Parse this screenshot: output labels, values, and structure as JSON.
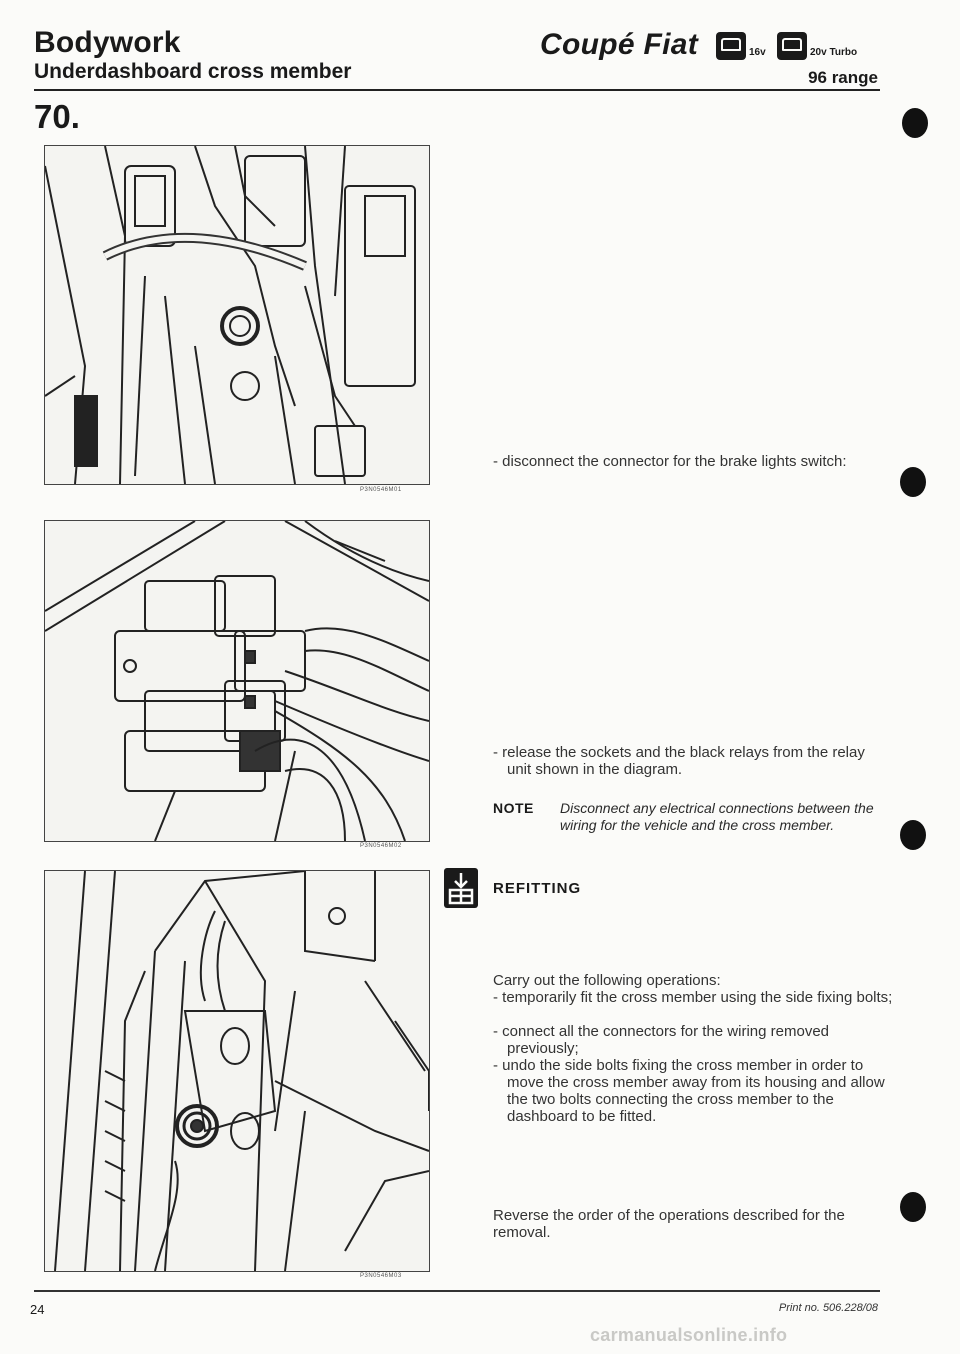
{
  "header": {
    "section": "Bodywork",
    "subsection": "Underdashboard cross member",
    "brand": "Coupé Fiat",
    "variant_a": "16v",
    "variant_b": "20v Turbo",
    "range": "96 range"
  },
  "section_number": "70.",
  "figures": [
    {
      "code": "P3N0546M01"
    },
    {
      "code": "P3N0546M02"
    },
    {
      "code": "P3N0546M03"
    }
  ],
  "icons": {
    "refitting": "refitting-icon",
    "binder_holes": "binder-hole-icon"
  },
  "removal": {
    "step1": "- disconnect the connector for the brake lights switch:",
    "step2": "- release the sockets and the black relays from the relay unit shown in the diagram."
  },
  "note": {
    "label": "NOTE",
    "text": "Disconnect any electrical connections between the wiring for the vehicle and the cross member."
  },
  "refitting": {
    "heading": "REFITTING",
    "intro": "Carry out the following operations:",
    "steps": [
      "- temporarily fit the cross member using the side fixing bolts;",
      "- connect all the connectors for the wiring removed previously;",
      "- undo the side bolts fixing the cross member in order to move the cross member away from its housing and allow the two bolts connecting the cross member to the dashboard to be fitted."
    ],
    "closing": "Reverse the order of the operations described for the removal."
  },
  "footer": {
    "page": "24",
    "print_no": "Print no. 506.228/08"
  },
  "watermark": "carmanualsonline.info"
}
